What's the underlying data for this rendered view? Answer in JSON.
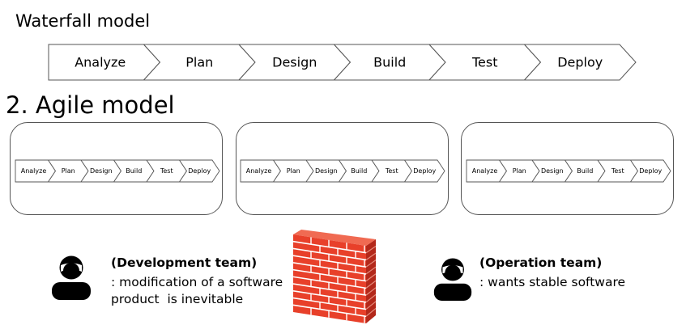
{
  "waterfall": {
    "title": "Waterfall model",
    "steps": [
      "Analyze",
      "Plan",
      "Design",
      "Build",
      "Test",
      "Deploy"
    ]
  },
  "agile": {
    "title": "2. Agile model",
    "cycles": [
      {
        "steps": [
          "Analyze",
          "Plan",
          "Design",
          "Build",
          "Test",
          "Deploy"
        ]
      },
      {
        "steps": [
          "Analyze",
          "Plan",
          "Design",
          "Build",
          "Test",
          "Deploy"
        ]
      },
      {
        "steps": [
          "Analyze",
          "Plan",
          "Design",
          "Build",
          "Test",
          "Deploy"
        ]
      }
    ]
  },
  "dev_team": {
    "title": "(Development team)",
    "line1": ": modification of a software",
    "line2": "product  is inevitable"
  },
  "ops_team": {
    "title": "(Operation team)",
    "line1": ": wants stable software"
  },
  "icons": {
    "person": "person-icon",
    "wall": "brick-wall-icon"
  },
  "colors": {
    "stroke": "#555555",
    "brick": "#e8402a",
    "brick_dark": "#b3281a",
    "mortar": "#ffffff"
  }
}
